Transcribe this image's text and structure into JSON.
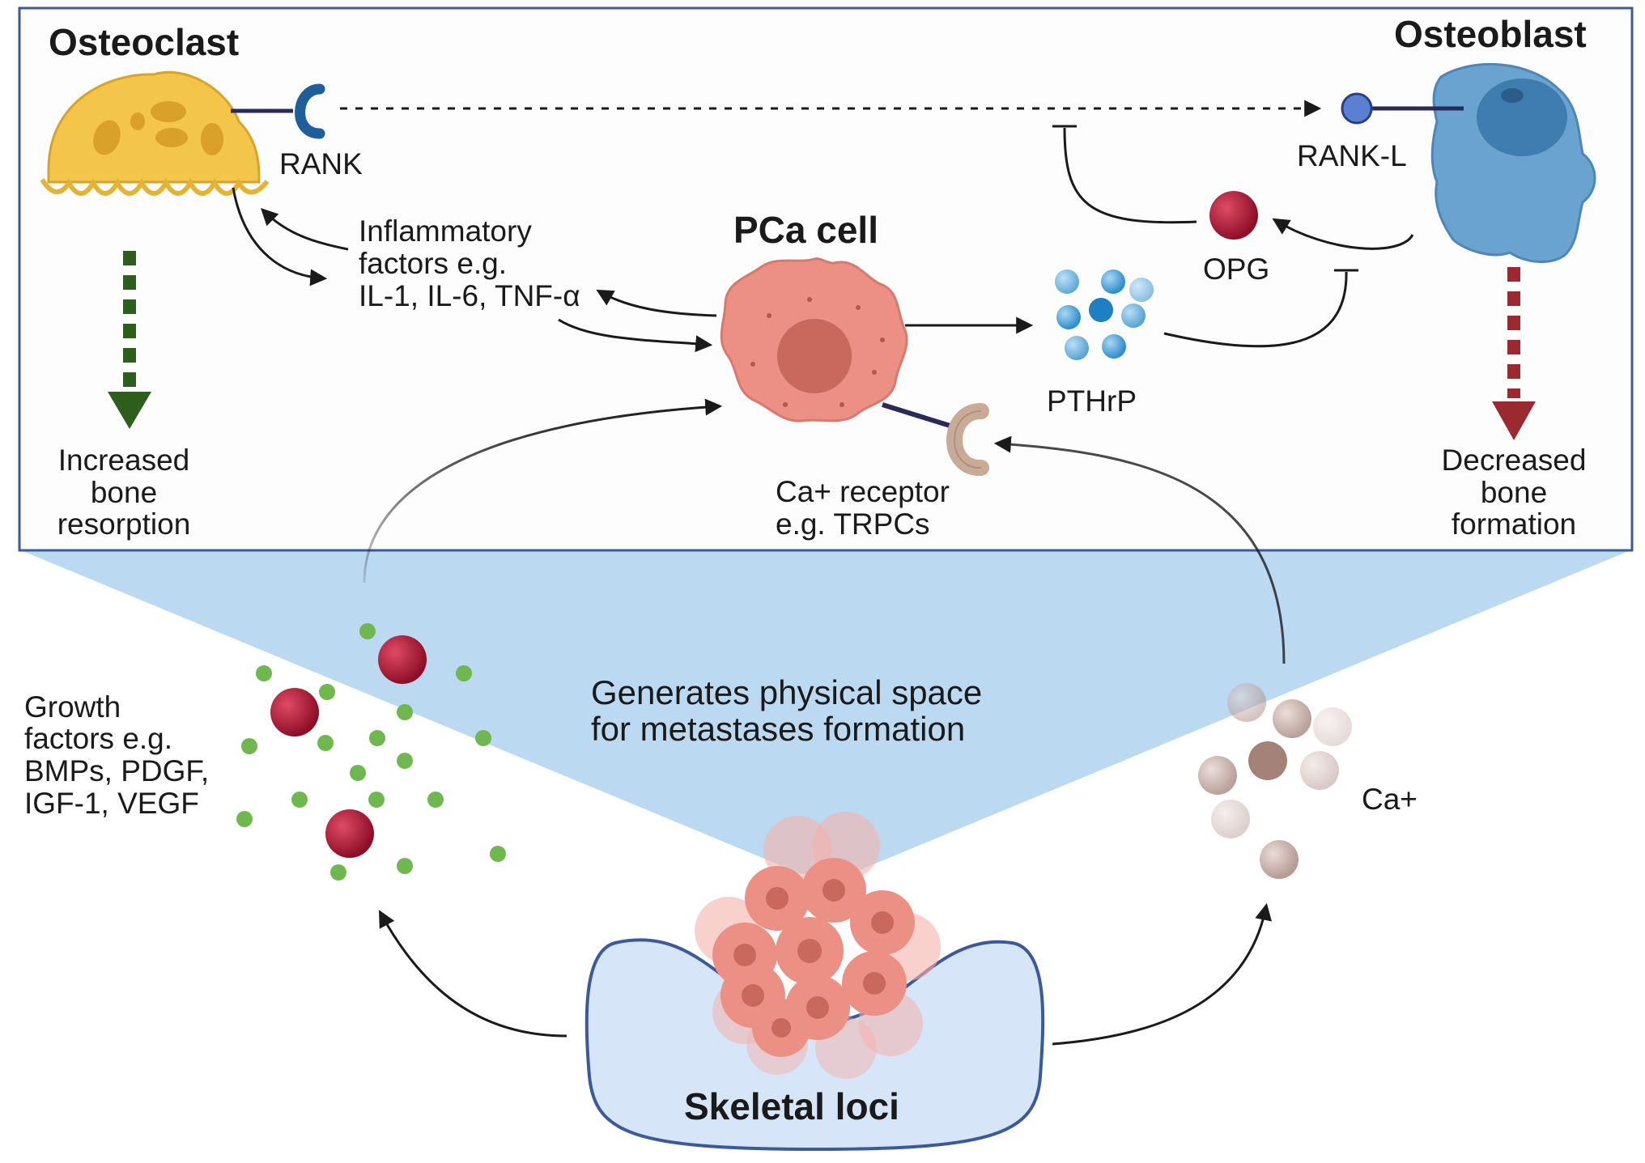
{
  "labels": {
    "osteoclast": "Osteoclast",
    "osteoblast": "Osteoblast",
    "rank": "RANK",
    "rankl": "RANK-L",
    "opg": "OPG",
    "pca_cell": "PCa cell",
    "pthrp": "PTHrP",
    "inflammatory": [
      "Inflammatory",
      "factors e.g.",
      "IL-1, IL-6, TNF-α"
    ],
    "increased": [
      "Increased",
      "bone",
      "resorption"
    ],
    "decreased": [
      "Decreased",
      "bone",
      "formation"
    ],
    "ca_receptor": [
      "Ca+ receptor",
      "e.g. TRPCs"
    ],
    "growth_factors": [
      "Growth",
      "factors e.g.",
      "BMPs, PDGF,",
      "IGF-1, VEGF"
    ],
    "generates": [
      "Generates physical space",
      "for metastases formation"
    ],
    "ca_plus": "Ca+",
    "skeletal_loci": "Skeletal loci"
  },
  "colors": {
    "osteoclast": "#f3c54a",
    "osteoblast": "#6aa3cf",
    "pca": "#ec8f84",
    "opg": "#b11a35",
    "growth_dot": "#6fb84f",
    "cone": "#bcd9f2",
    "frame": "#3c5a9a",
    "green_arrow": "#2e5e1e",
    "red_arrow": "#9a2a2f",
    "skeletal": "#d6e5f8"
  }
}
